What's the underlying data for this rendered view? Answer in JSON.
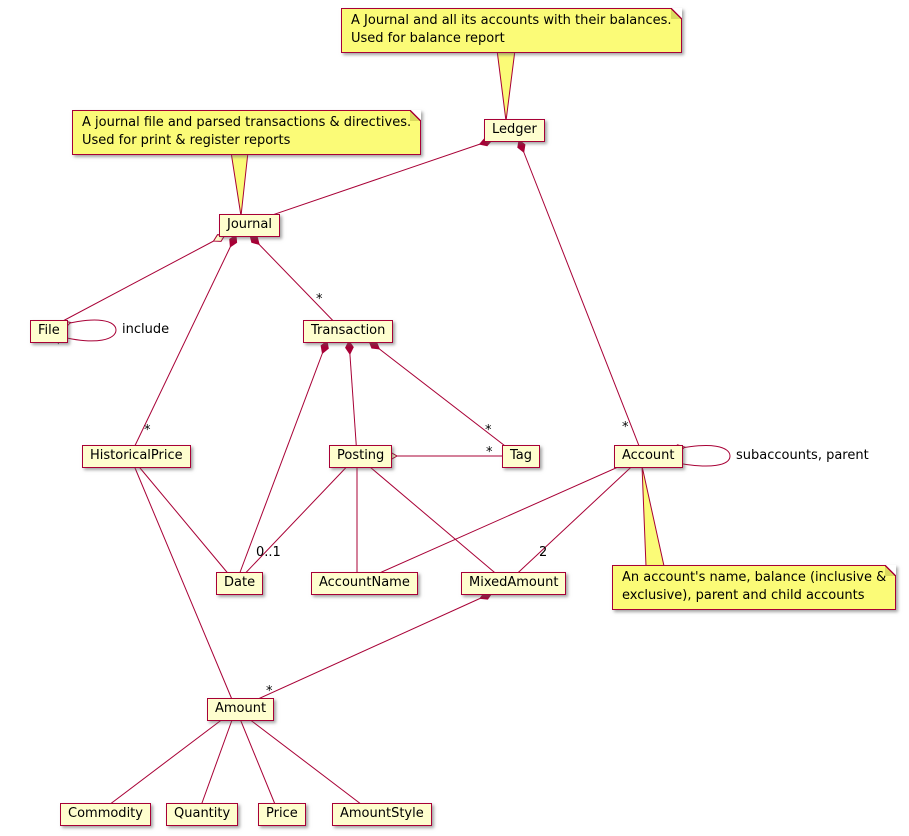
{
  "diagram": {
    "colors": {
      "class_background": "#FEFECE",
      "note_background": "#FBFB77",
      "border": "#A80036",
      "line": "#A80036",
      "text": "#000000"
    },
    "classes": [
      {
        "id": "ledger",
        "name": "Ledger"
      },
      {
        "id": "journal",
        "name": "Journal"
      },
      {
        "id": "file",
        "name": "File"
      },
      {
        "id": "transaction",
        "name": "Transaction"
      },
      {
        "id": "historicalprice",
        "name": "HistoricalPrice"
      },
      {
        "id": "posting",
        "name": "Posting"
      },
      {
        "id": "tag",
        "name": "Tag"
      },
      {
        "id": "account",
        "name": "Account"
      },
      {
        "id": "date",
        "name": "Date"
      },
      {
        "id": "accountname",
        "name": "AccountName"
      },
      {
        "id": "mixedamount",
        "name": "MixedAmount"
      },
      {
        "id": "amount",
        "name": "Amount"
      },
      {
        "id": "commodity",
        "name": "Commodity"
      },
      {
        "id": "quantity",
        "name": "Quantity"
      },
      {
        "id": "price",
        "name": "Price"
      },
      {
        "id": "amountstyle",
        "name": "AmountStyle"
      }
    ],
    "notes": [
      {
        "attached_to": "Ledger",
        "lines": [
          "A Journal and all its accounts with their balances.",
          "Used for balance report"
        ]
      },
      {
        "attached_to": "Journal",
        "lines": [
          "A journal file and parsed transactions & directives.",
          "Used for print & register reports"
        ]
      },
      {
        "attached_to": "Account",
        "lines": [
          "An account's name, balance (inclusive &",
          "exclusive), parent and child accounts"
        ]
      }
    ],
    "edge_labels": [
      {
        "id": "file-include-label",
        "text": "include"
      },
      {
        "id": "account-subaccounts-label",
        "text": "subaccounts, parent"
      },
      {
        "id": "journal-transaction-mult",
        "text": "*"
      },
      {
        "id": "journal-historicalprice-mult",
        "text": "*"
      },
      {
        "id": "file-include-mult",
        "text": "*"
      },
      {
        "id": "transaction-tag-mult",
        "text": "*"
      },
      {
        "id": "posting-tag-mult",
        "text": "*"
      },
      {
        "id": "ledger-account-mult",
        "text": "*"
      },
      {
        "id": "account-subaccounts-mult",
        "text": "*"
      },
      {
        "id": "posting-date-mult",
        "text": "0..1"
      },
      {
        "id": "account-mixedamount-mult",
        "text": "2"
      },
      {
        "id": "mixedamount-amount-mult",
        "text": "*"
      }
    ],
    "relationships": [
      {
        "from": "Ledger",
        "to": "Journal",
        "type": "composition"
      },
      {
        "from": "Ledger",
        "to": "Account",
        "type": "composition",
        "multiplicity": "*"
      },
      {
        "from": "Journal",
        "to": "File",
        "type": "aggregation"
      },
      {
        "from": "File",
        "to": "File",
        "type": "aggregation",
        "multiplicity": "*",
        "label": "include"
      },
      {
        "from": "Journal",
        "to": "Transaction",
        "type": "composition",
        "multiplicity": "*"
      },
      {
        "from": "Journal",
        "to": "HistoricalPrice",
        "type": "composition",
        "multiplicity": "*"
      },
      {
        "from": "Transaction",
        "to": "Date",
        "type": "composition"
      },
      {
        "from": "Transaction",
        "to": "Posting",
        "type": "composition"
      },
      {
        "from": "Transaction",
        "to": "Tag",
        "type": "composition",
        "multiplicity": "*"
      },
      {
        "from": "Posting",
        "to": "Tag",
        "type": "aggregation",
        "multiplicity": "*"
      },
      {
        "from": "Posting",
        "to": "Date",
        "type": "association",
        "multiplicity": "0..1"
      },
      {
        "from": "Posting",
        "to": "AccountName",
        "type": "association"
      },
      {
        "from": "Posting",
        "to": "MixedAmount",
        "type": "association"
      },
      {
        "from": "Account",
        "to": "Account",
        "type": "aggregation",
        "multiplicity": "*",
        "label": "subaccounts, parent"
      },
      {
        "from": "Account",
        "to": "AccountName",
        "type": "association"
      },
      {
        "from": "Account",
        "to": "MixedAmount",
        "type": "association",
        "multiplicity": "2"
      },
      {
        "from": "HistoricalPrice",
        "to": "Date",
        "type": "association"
      },
      {
        "from": "HistoricalPrice",
        "to": "Amount",
        "type": "association"
      },
      {
        "from": "MixedAmount",
        "to": "Amount",
        "type": "composition",
        "multiplicity": "*"
      },
      {
        "from": "Amount",
        "to": "Commodity",
        "type": "association"
      },
      {
        "from": "Amount",
        "to": "Quantity",
        "type": "association"
      },
      {
        "from": "Amount",
        "to": "Price",
        "type": "association"
      },
      {
        "from": "Amount",
        "to": "AmountStyle",
        "type": "association"
      }
    ]
  }
}
